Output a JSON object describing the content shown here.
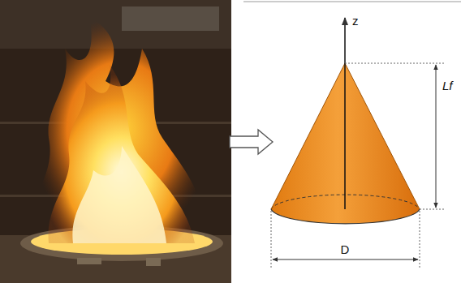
{
  "diagram": {
    "labels": [
      "z",
      "Lf",
      "D"
    ]
  }
}
